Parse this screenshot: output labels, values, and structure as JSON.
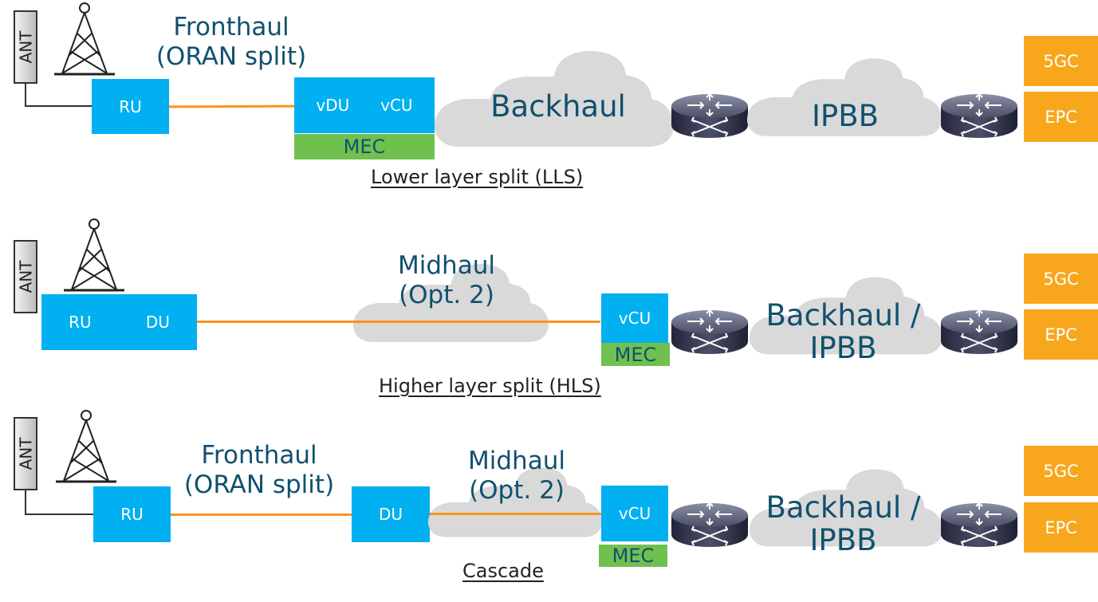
{
  "colors": {
    "unit_blue": "#00b0f0",
    "mec_green": "#70c050",
    "core_orange": "#f8a71c",
    "link_orange": "#f7941d",
    "text_navy": "#11506e",
    "cloud_gray": "#d9d9d9"
  },
  "rows": [
    {
      "caption": "Lower layer split (LLS)",
      "antenna": "ANT",
      "tower_icon": "cell-tower-icon",
      "ru": "RU",
      "link_label_1": "Fronthaul",
      "link_label_2": "(ORAN split)",
      "vdu": "vDU",
      "vcu": "vCU",
      "mec": "MEC",
      "cloud1": "Backhaul",
      "router_icon": "router-icon",
      "cloud2": "IPBB",
      "core": [
        "5GC",
        "EPC"
      ]
    },
    {
      "caption": "Higher layer split (HLS)",
      "antenna": "ANT",
      "tower_icon": "cell-tower-icon",
      "ru": "RU",
      "du": "DU",
      "link_label_1": "Midhaul",
      "link_label_2": "(Opt. 2)",
      "vcu": "vCU",
      "mec": "MEC",
      "router_icon": "router-icon",
      "cloud2_line1": "Backhaul /",
      "cloud2_line2": "IPBB",
      "core": [
        "5GC",
        "EPC"
      ]
    },
    {
      "caption": "Cascade",
      "antenna": "ANT",
      "tower_icon": "cell-tower-icon",
      "ru": "RU",
      "link_label_1": "Fronthaul",
      "link_label_2": "(ORAN split)",
      "du": "DU",
      "mid_label_1": "Midhaul",
      "mid_label_2": "(Opt. 2)",
      "vcu": "vCU",
      "mec": "MEC",
      "router_icon": "router-icon",
      "cloud2_line1": "Backhaul /",
      "cloud2_line2": "IPBB",
      "core": [
        "5GC",
        "EPC"
      ]
    }
  ]
}
